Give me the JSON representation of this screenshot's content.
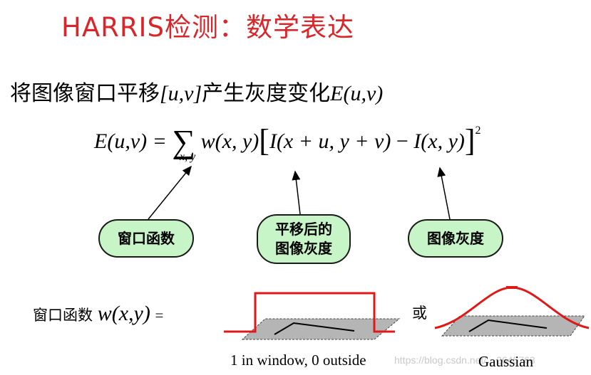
{
  "title": "HARRIS检测：数学表达",
  "subtitle": {
    "text": "将图像窗口平移",
    "shift": "[u,v]",
    "text2": "产生灰度变化",
    "E": "E(u,v)"
  },
  "formula": {
    "lhs": "E(u,v) =",
    "sigma": "∑",
    "sum_index": "x, y",
    "weight": "w(x, y)",
    "lbracket": "[",
    "shifted": "I(x + u, y + v)",
    "minus": " − ",
    "original": "I(x, y)",
    "rbracket": "]",
    "power": "2"
  },
  "callouts": {
    "window": "窗口函数",
    "shifted_line1": "平移后的",
    "shifted_line2": "图像灰度",
    "intensity": "图像灰度"
  },
  "window_function": {
    "label": "窗口函数",
    "math": "w(x,y)",
    "eq": "=",
    "or": "或",
    "box_caption": "1 in window, 0 outside",
    "gauss_caption": "Gaussian",
    "watermark": "https://blog.csdn.net/…2645763"
  },
  "colors": {
    "title": "#d9262a",
    "bubble_fill": "#c8f5c8",
    "curve": "#e01818",
    "plane": "#b5b5b5"
  }
}
